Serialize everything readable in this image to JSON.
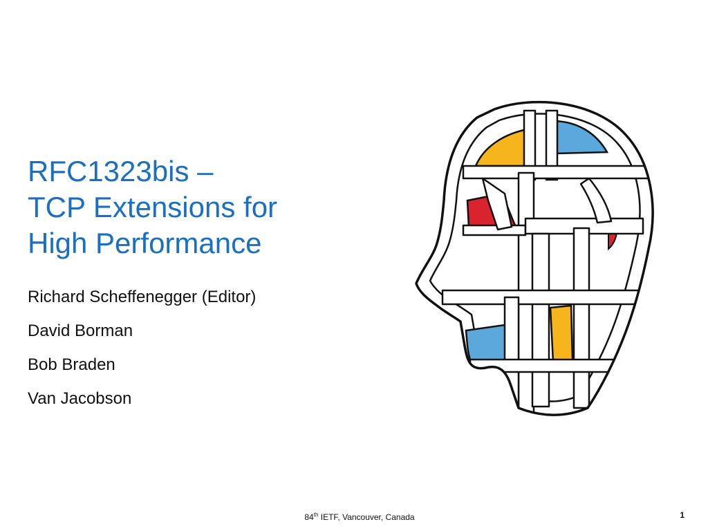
{
  "slide": {
    "title_lines": [
      "RFC1323bis –",
      "TCP Extensions for",
      "High Performance"
    ],
    "authors": [
      "Richard Scheffenegger (Editor)",
      "David Borman",
      "Bob Braden",
      "Van Jacobson"
    ],
    "illustration": "stained-glass-head-icon",
    "footer": {
      "event_number": "84",
      "ordinal_suffix": "th",
      "event_rest": " IETF, Vancouver, Canada"
    },
    "page_number": "1"
  },
  "colors": {
    "title": "#1a6fc0",
    "text": "#111111",
    "glass_yellow": "#f6b51c",
    "glass_blue": "#5aa8dc",
    "glass_red": "#d9232f"
  }
}
